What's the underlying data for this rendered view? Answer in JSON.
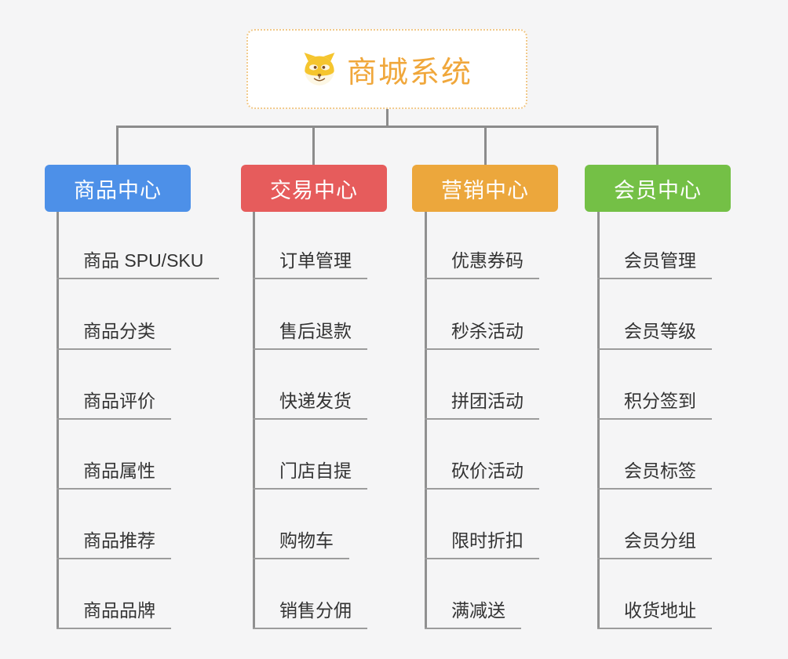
{
  "root": {
    "title": "商城系统",
    "icon": "dog-face-icon",
    "text_color": "#f0a73b",
    "border_color": "#f1c98b"
  },
  "connector_color": "#8c8c8c",
  "branches": [
    {
      "label": "商品中心",
      "color": "#4d90e8",
      "items": [
        {
          "label": "商品 SPU/SKU"
        },
        {
          "label": "商品分类"
        },
        {
          "label": "商品评价"
        },
        {
          "label": "商品属性"
        },
        {
          "label": "商品推荐"
        },
        {
          "label": "商品品牌"
        }
      ]
    },
    {
      "label": "交易中心",
      "color": "#e65c5c",
      "items": [
        {
          "label": "订单管理"
        },
        {
          "label": "售后退款"
        },
        {
          "label": "快递发货"
        },
        {
          "label": "门店自提"
        },
        {
          "label": "购物车"
        },
        {
          "label": "销售分佣"
        }
      ]
    },
    {
      "label": "营销中心",
      "color": "#eca73c",
      "items": [
        {
          "label": "优惠券码"
        },
        {
          "label": "秒杀活动"
        },
        {
          "label": "拼团活动"
        },
        {
          "label": "砍价活动"
        },
        {
          "label": "限时折扣"
        },
        {
          "label": "满减送"
        }
      ]
    },
    {
      "label": "会员中心",
      "color": "#74c046",
      "items": [
        {
          "label": "会员管理"
        },
        {
          "label": "会员等级"
        },
        {
          "label": "积分签到"
        },
        {
          "label": "会员标签"
        },
        {
          "label": "会员分组"
        },
        {
          "label": "收货地址"
        }
      ]
    }
  ]
}
